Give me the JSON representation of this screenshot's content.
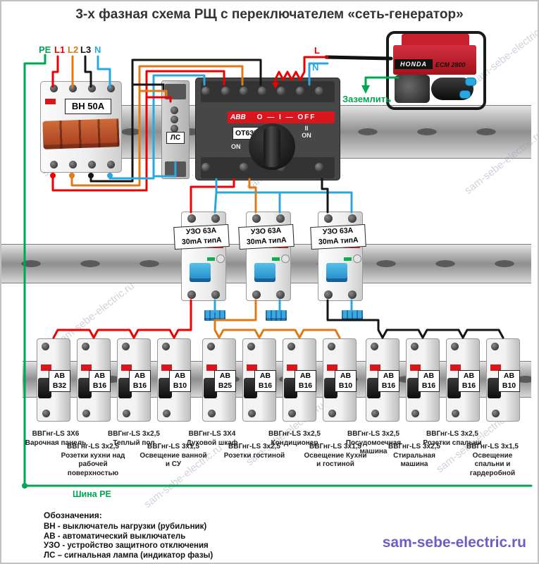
{
  "title": "3-х фазная схема РЩ с переключателем «сеть-генератор»",
  "colors": {
    "pe": "#00A651",
    "l1": "#EE0000",
    "l2": "#E07A18",
    "l3": "#151515",
    "n": "#2BA7DF",
    "abbred": "#D9161C",
    "brand": "#6B5FC7"
  },
  "feed": {
    "pe": "PE",
    "l1": "L1",
    "l2": "L2",
    "l3": "L3",
    "n": "N"
  },
  "main_switch": {
    "label": "ВН 50А"
  },
  "signal_lamp": {
    "label": "ЛС"
  },
  "changeover": {
    "brand": "ABB",
    "model": "OT63F3C",
    "mode_text": "O — I — OFF",
    "on_left": "ON",
    "on_right_line1": "II",
    "on_right_line2": "ON"
  },
  "generator": {
    "brand": "HONDA",
    "model": "ECM 2800",
    "line_l": "L",
    "line_n": "N",
    "ground_note": "Заземлить"
  },
  "rcd": {
    "line1": "УЗО 63А",
    "line2": "30mA типА"
  },
  "breakers": [
    {
      "abbr": "АВ",
      "rating": "В32"
    },
    {
      "abbr": "АВ",
      "rating": "В16"
    },
    {
      "abbr": "АВ",
      "rating": "В16"
    },
    {
      "abbr": "АВ",
      "rating": "В10"
    },
    {
      "abbr": "АВ",
      "rating": "В25"
    },
    {
      "abbr": "АВ",
      "rating": "В16"
    },
    {
      "abbr": "АВ",
      "rating": "В16"
    },
    {
      "abbr": "АВ",
      "rating": "В10"
    },
    {
      "abbr": "АВ",
      "rating": "В16"
    },
    {
      "abbr": "АВ",
      "rating": "В16"
    },
    {
      "abbr": "АВ",
      "rating": "В16"
    },
    {
      "abbr": "АВ",
      "rating": "В10"
    }
  ],
  "circuits": [
    {
      "cable": "ВВГнг-LS 3Х6",
      "name": "Варочная панель"
    },
    {
      "cable": "ВВГнг-LS 3х2,5",
      "name": "Розетки кухни над рабочей поверхностью"
    },
    {
      "cable": "ВВГнг-LS 3х2,5",
      "name": "Теплый пол"
    },
    {
      "cable": "ВВГнг-LS 3х1,5",
      "name": "Освещение ванной и СУ"
    },
    {
      "cable": "ВВГнг-LS 3Х4",
      "name": "Духовой шкаф"
    },
    {
      "cable": "ВВГнг-LS 3х2,5",
      "name": "Розетки гостиной"
    },
    {
      "cable": "ВВГнг-LS 3х2,5",
      "name": "Кондиционер"
    },
    {
      "cable": "ВВГнг-LS 3х1,5",
      "name": "Освещение Кухни и гостиной"
    },
    {
      "cable": "ВВГнг-LS 3х2,5",
      "name": "Посудомоечная машина"
    },
    {
      "cable": "ВВГнг-LS 3х2,5",
      "name": "Стиральная машина"
    },
    {
      "cable": "ВВГнг-LS 3х2,5",
      "name": "Розетки спальни"
    },
    {
      "cable": "ВВГнг-LS 3х1,5",
      "name": "Освещение спальни и гардеробной"
    }
  ],
  "pe_bus_label": "Шина PE",
  "legend": {
    "heading": "Обозначения:",
    "items": [
      "ВН - выключатель нагрузки (рубильник)",
      "АВ - автоматический выключатель",
      "УЗО - устройство защитного отключения",
      "ЛС – сигнальная лампа (индикатор фазы)"
    ]
  },
  "watermark": {
    "diagonal": "sam-sebe-electric.ru",
    "brand": "sam-sebe-electric.ru"
  }
}
